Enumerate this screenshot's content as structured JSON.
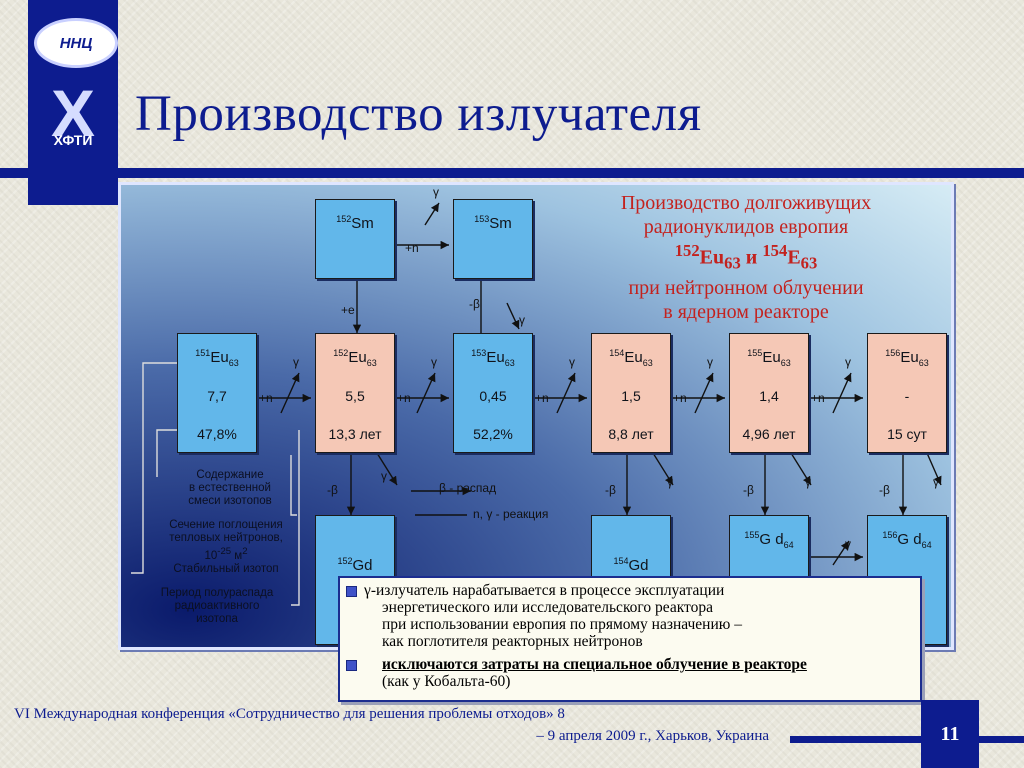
{
  "logo": {
    "top_text": "ННЦ",
    "mark": "X",
    "abbr": "ХФТИ"
  },
  "title": "Производство излучателя",
  "diagram": {
    "title_line1": "Производство долгоживущих",
    "title_line2": "радионуклидов европия",
    "title_iso1_mass": "152",
    "title_iso1_sym": "Eu",
    "title_iso1_z": "63",
    "title_and": " и ",
    "title_iso2_mass": "154",
    "title_iso2_sym": "E",
    "title_iso2_z": "63",
    "title_line4": "при нейтронном облучении",
    "title_line5": "в ядерном реакторе",
    "boxes": [
      {
        "mass": "152",
        "sym": "Sm",
        "z": "",
        "v1": "",
        "v2": ""
      },
      {
        "mass": "153",
        "sym": "Sm",
        "z": "",
        "v1": "",
        "v2": ""
      },
      {
        "mass": "151",
        "sym": "Eu",
        "z": "63",
        "v1": "7,7",
        "v2": "47,8%"
      },
      {
        "mass": "152",
        "sym": "Eu",
        "z": "63",
        "v1": "5,5",
        "v2": "13,3 лет"
      },
      {
        "mass": "153",
        "sym": "Eu",
        "z": "63",
        "v1": "0,45",
        "v2": "52,2%"
      },
      {
        "mass": "154",
        "sym": "Eu",
        "z": "63",
        "v1": "1,5",
        "v2": "8,8 лет"
      },
      {
        "mass": "155",
        "sym": "Eu",
        "z": "63",
        "v1": "1,4",
        "v2": "4,96 лет"
      },
      {
        "mass": "156",
        "sym": "Eu",
        "z": "63",
        "v1": "-",
        "v2": "15 сут"
      },
      {
        "mass": "152",
        "sym": "Gd",
        "z": "",
        "v1": "",
        "v2": ""
      },
      {
        "mass": "154",
        "sym": "Gd",
        "z": "",
        "v1": "",
        "v2": ""
      },
      {
        "mass": "155",
        "sym": "G d",
        "z": "64",
        "v1": "",
        "v2": ""
      },
      {
        "mass": "156",
        "sym": "G d",
        "z": "64",
        "v1": "",
        "v2": ""
      }
    ],
    "reaction_labels": {
      "n": "+n",
      "e": "+e",
      "beta": "-β",
      "gamma": "γ",
      "b_gd": "-β",
      "gd152": "-β"
    },
    "legend": {
      "beta_decay": "β - распад",
      "n_gamma": "n, γ - реакция",
      "content": [
        "Содержание",
        "в естественной",
        "смеси изотопов"
      ],
      "cross_section": [
        "Сечение поглощения",
        "тепловых нейтронов,",
        "10",
        "-25",
        "м",
        "2",
        "Стабильный изотоп"
      ],
      "halflife": [
        "Период полураспада",
        "радиоактивного",
        "изотопа"
      ]
    }
  },
  "callout": {
    "b1_l1": "γ-излучатель нарабатывается в процессе эксплуатации",
    "b1_l2": "энергетического или исследовательского реактора",
    "b1_l3": "при использовании европия по прямому назначению –",
    "b1_l4": "как поглотителя реакторных нейтронов",
    "b2_l1": "исключаются затраты на специальное облучение в реакторе",
    "b2_l2": "(как у Кобальта-60)"
  },
  "footer": {
    "line1": "VI Международная конференция «Сотрудничество для решения проблемы отходов» 8",
    "line2": "– 9 апреля 2009 г., Харьков, Украина"
  },
  "page_number": "11",
  "colors": {
    "brand": "#0d1c8f",
    "box_blue": "#62b7ea",
    "box_pink": "#f5c8b6",
    "diagram_title": "#c3221e"
  }
}
